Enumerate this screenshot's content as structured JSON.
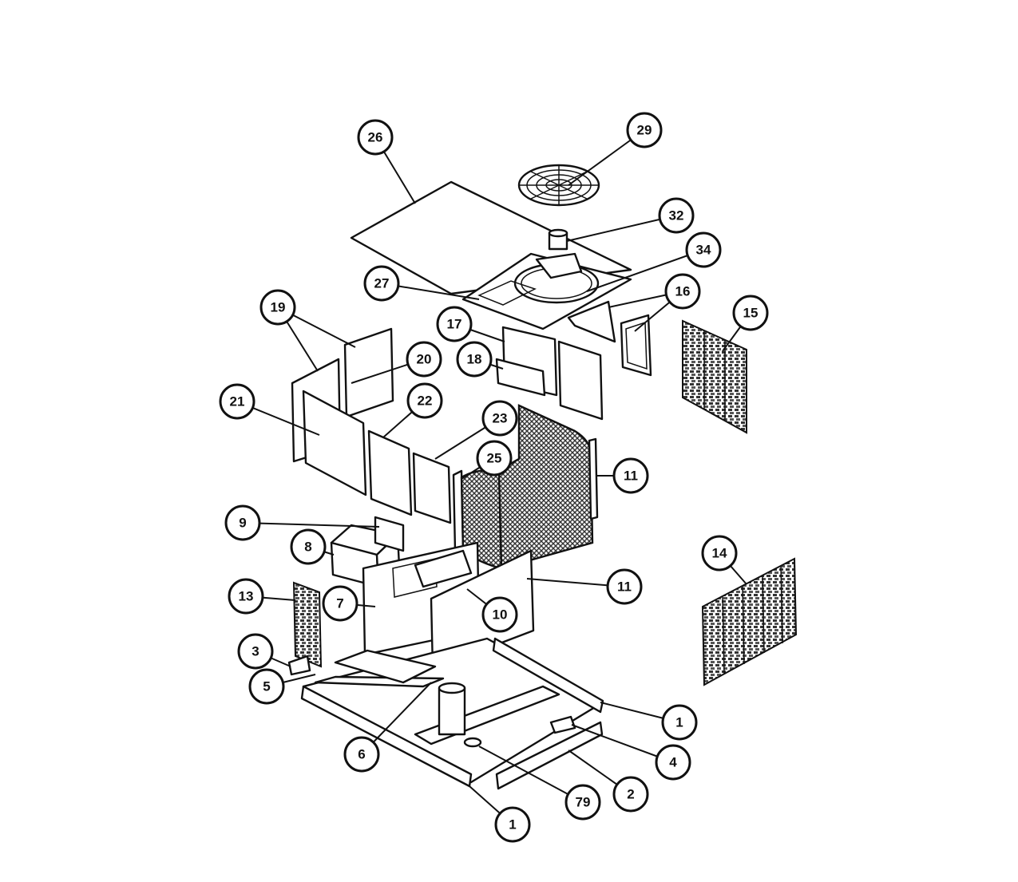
{
  "colors": {
    "ink": "#111111",
    "paper": "#ffffff"
  },
  "callouts": [
    {
      "id": "c26",
      "label": "26"
    },
    {
      "id": "c29",
      "label": "29"
    },
    {
      "id": "c32",
      "label": "32"
    },
    {
      "id": "c34",
      "label": "34"
    },
    {
      "id": "c27",
      "label": "27"
    },
    {
      "id": "c16",
      "label": "16"
    },
    {
      "id": "c19",
      "label": "19"
    },
    {
      "id": "c17",
      "label": "17"
    },
    {
      "id": "c15",
      "label": "15"
    },
    {
      "id": "c18",
      "label": "18"
    },
    {
      "id": "c20",
      "label": "20"
    },
    {
      "id": "c21",
      "label": "21"
    },
    {
      "id": "c22",
      "label": "22"
    },
    {
      "id": "c23",
      "label": "23"
    },
    {
      "id": "c25",
      "label": "25"
    },
    {
      "id": "c11a",
      "label": "11"
    },
    {
      "id": "c9",
      "label": "9"
    },
    {
      "id": "c8",
      "label": "8"
    },
    {
      "id": "c14",
      "label": "14"
    },
    {
      "id": "c11b",
      "label": "11"
    },
    {
      "id": "c13",
      "label": "13"
    },
    {
      "id": "c7",
      "label": "7"
    },
    {
      "id": "c10",
      "label": "10"
    },
    {
      "id": "c3",
      "label": "3"
    },
    {
      "id": "c5",
      "label": "5"
    },
    {
      "id": "c1a",
      "label": "1"
    },
    {
      "id": "c4",
      "label": "4"
    },
    {
      "id": "c6",
      "label": "6"
    },
    {
      "id": "c2",
      "label": "2"
    },
    {
      "id": "c79",
      "label": "79"
    },
    {
      "id": "c1b",
      "label": "1"
    }
  ]
}
